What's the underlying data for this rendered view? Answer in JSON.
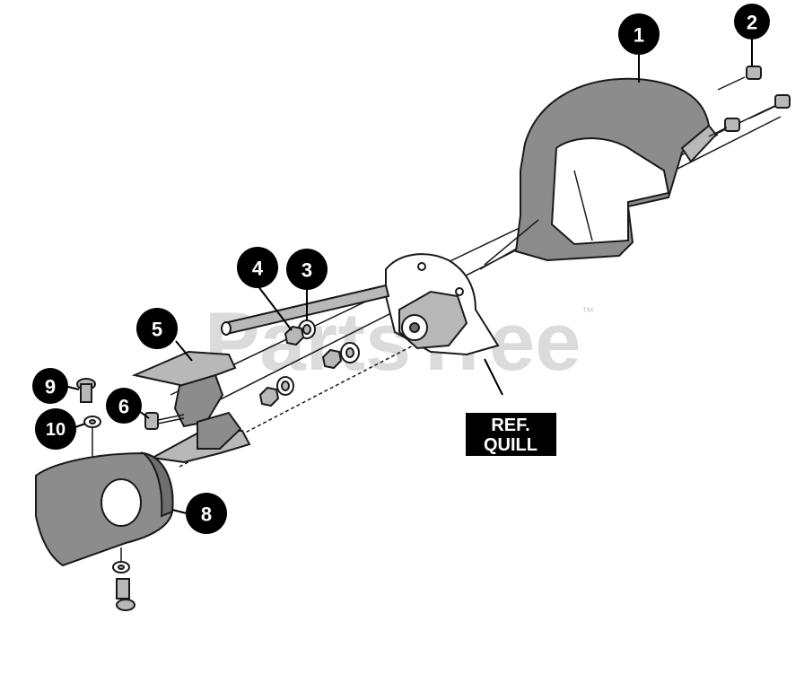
{
  "watermark": {
    "text": "PartsTree",
    "tm": "™"
  },
  "callouts": [
    {
      "id": "1",
      "label": "1"
    },
    {
      "id": "2",
      "label": "2"
    },
    {
      "id": "3",
      "label": "3"
    },
    {
      "id": "4",
      "label": "4"
    },
    {
      "id": "5",
      "label": "5"
    },
    {
      "id": "6",
      "label": "6"
    },
    {
      "id": "8",
      "label": "8"
    },
    {
      "id": "9",
      "label": "9"
    },
    {
      "id": "10",
      "label": "10"
    }
  ],
  "reference": {
    "line1": "REF.",
    "line2": "QUILL"
  }
}
